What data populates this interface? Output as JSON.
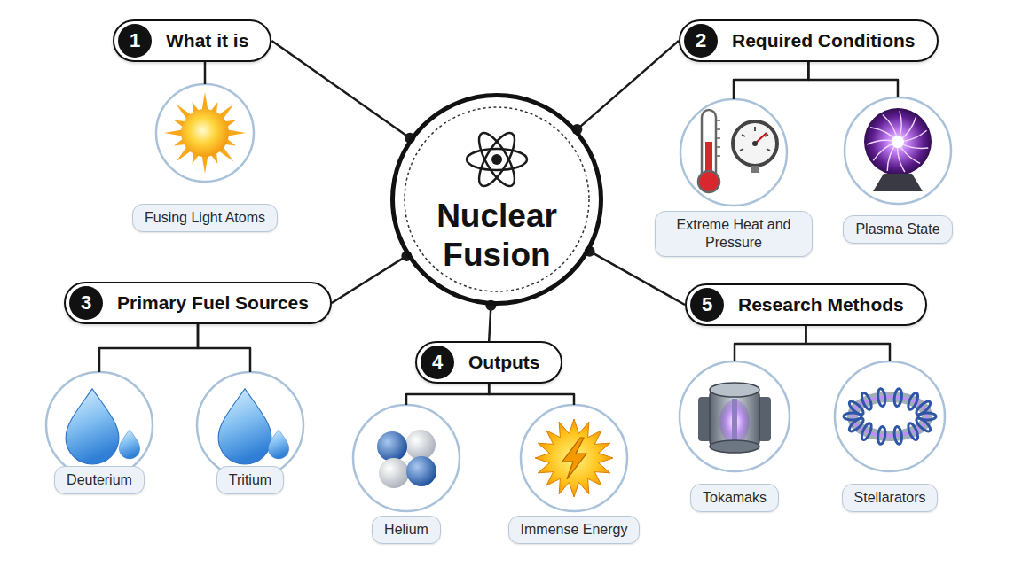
{
  "diagram": {
    "nodes": [
      {
        "text": [
          "Nuclear Fusion"
        ]
      },
      {
        "text": [
          "What it is"
        ]
      },
      {
        "text": [
          "Fusing Light Atoms"
        ]
      },
      {
        "text": [
          "Required Conditions"
        ]
      },
      {
        "text": [
          "Extreme Heat and Pressure"
        ]
      },
      {
        "text": [
          "Plasma State"
        ]
      },
      {
        "text": [
          "Primary Fuel Sources"
        ]
      },
      {
        "text": [
          "Deuterium"
        ]
      },
      {
        "text": [
          "Tritium"
        ]
      },
      {
        "text": [
          "Outputs"
        ]
      },
      {
        "text": [
          "Helium"
        ]
      },
      {
        "text": [
          "Immense Energy"
        ]
      },
      {
        "text": [
          "Research Methods"
        ]
      },
      {
        "text": [
          "Tokamaks"
        ]
      },
      {
        "text": [
          "Stellarators"
        ]
      }
    ],
    "edges": [
      {
        "from": 0,
        "to": 1,
        "arrow": "none"
      },
      {
        "from": 0,
        "to": 3,
        "arrow": "none"
      },
      {
        "from": 0,
        "to": 6,
        "arrow": "none"
      },
      {
        "from": 0,
        "to": 9,
        "arrow": "none"
      },
      {
        "from": 0,
        "to": 12,
        "arrow": "none"
      },
      {
        "from": 1,
        "to": 2,
        "arrow": "none"
      },
      {
        "from": 3,
        "to": 4,
        "arrow": "none"
      },
      {
        "from": 3,
        "to": 5,
        "arrow": "none"
      },
      {
        "from": 6,
        "to": 7,
        "arrow": "none"
      },
      {
        "from": 6,
        "to": 8,
        "arrow": "none"
      },
      {
        "from": 9,
        "to": 10,
        "arrow": "none"
      },
      {
        "from": 9,
        "to": 11,
        "arrow": "none"
      },
      {
        "from": 12,
        "to": 13,
        "arrow": "none"
      },
      {
        "from": 12,
        "to": 14,
        "arrow": "none"
      }
    ],
    "labels": [
      "1",
      "2",
      "3",
      "4",
      "5"
    ]
  }
}
